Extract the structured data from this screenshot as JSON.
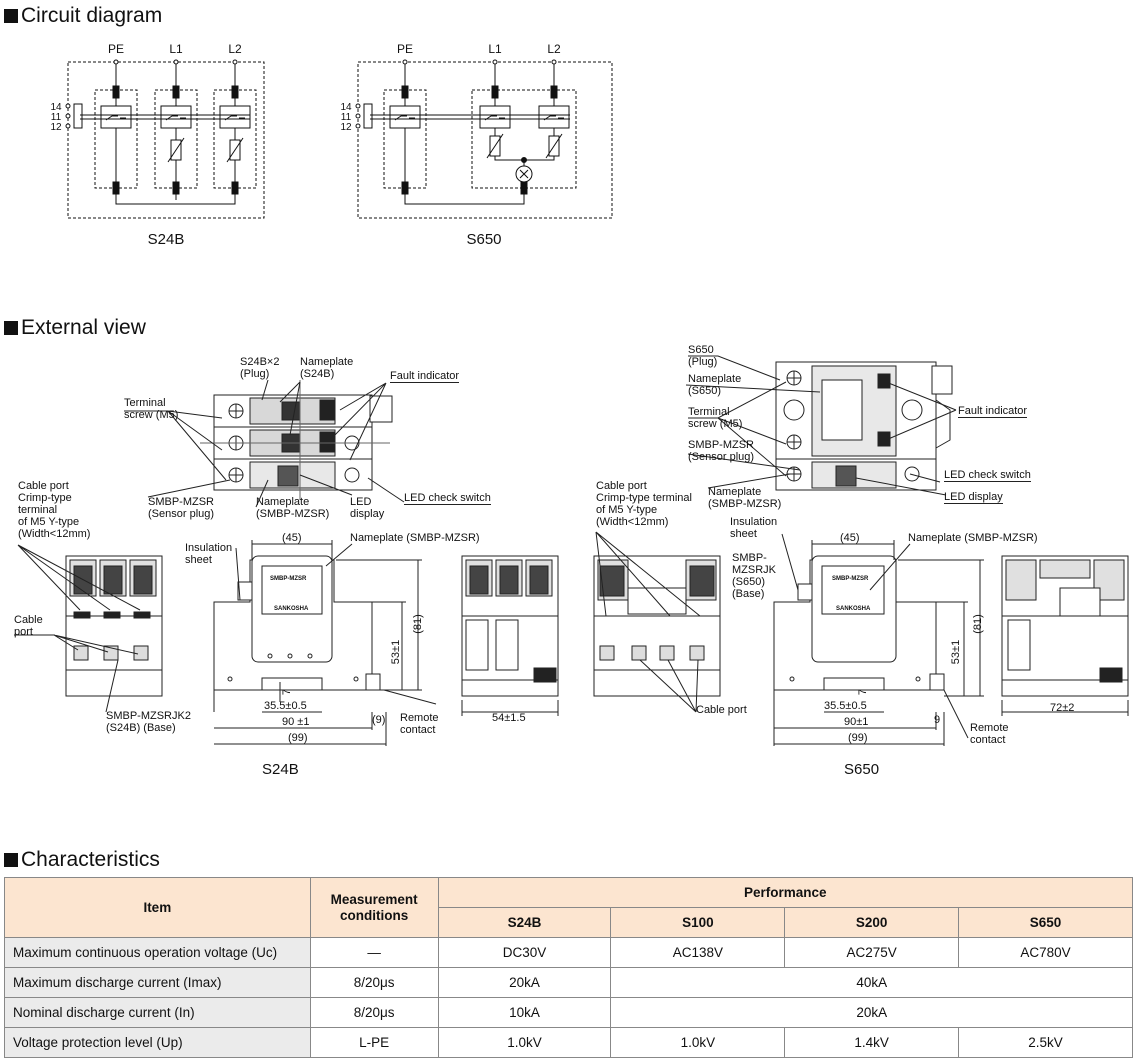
{
  "sections": {
    "circuit": "Circuit diagram",
    "external": "External view",
    "characteristics": "Characteristics"
  },
  "circuit": {
    "terminals": [
      "PE",
      "L1",
      "L2"
    ],
    "contact_pins": [
      "14",
      "11",
      "12"
    ],
    "captions": [
      "S24B",
      "S650"
    ]
  },
  "external": {
    "s24b": {
      "caption": "S24B",
      "plug": "S24B×2\n(Plug)",
      "nameplate_top": "Nameplate\n(S24B)",
      "fault_indicator": "Fault indicator",
      "terminal_screw": "Terminal\nscrew (M5)",
      "sensor_plug": "SMBP-MZSR\n(Sensor plug)",
      "nameplate_smbp": "Nameplate\n(SMBP-MZSR)",
      "led_display": "LED\ndisplay",
      "led_check": "LED check switch",
      "cable_port_crimp": "Cable port\nCrimp-type\nterminal\nof M5 Y-type\n(Width<12mm)",
      "cable_port": "Cable\nport",
      "insulation_sheet": "Insulation\nsheet",
      "nameplate_side": "Nameplate (SMBP-MZSR)",
      "base": "SMBP-MZSRJK2\n(S24B) (Base)",
      "remote_contact": "Remote\ncontact",
      "dims": {
        "d45": "(45)",
        "d81": "(81)",
        "d53": "53±1",
        "d7": "7",
        "d35": "35.5±0.5",
        "d90": "90 ±1",
        "d9": "(9)",
        "d99": "(99)",
        "d54": "54±1.5"
      },
      "logo_text": [
        "SMBP-MZSR",
        "SANKOSHA"
      ]
    },
    "s650": {
      "caption": "S650",
      "plug": "S650\n(Plug)",
      "nameplate_top": "Nameplate\n(S650)",
      "fault_indicator": "Fault indicator",
      "terminal_screw": "Terminal\nscrew (M5)",
      "sensor_plug": "SMBP-MZSR\n(Sensor plug)",
      "nameplate_smbp": "Nameplate\n(SMBP-MZSR)",
      "led_display": "LED display",
      "led_check": "LED check switch",
      "cable_port_crimp": "Cable port\nCrimp-type terminal\nof M5 Y-type\n(Width<12mm)",
      "cable_port": "Cable port",
      "insulation_sheet": "Insulation\nsheet",
      "nameplate_side": "Nameplate (SMBP-MZSR)",
      "base": "SMBP-\nMZSRJK\n(S650)\n(Base)",
      "remote_contact": "Remote\ncontact",
      "dims": {
        "d45": "(45)",
        "d81": "(81)",
        "d53": "53±1",
        "d7": "7",
        "d35": "35.5±0.5",
        "d90": "90±1",
        "d9": "9",
        "d99": "(99)",
        "d72": "72±2"
      },
      "logo_text": [
        "SMBP-MZSR",
        "SANKOSHA"
      ]
    }
  },
  "characteristics": {
    "header": {
      "item": "Item",
      "conditions": "Measurement\nconditions",
      "performance": "Performance",
      "models": [
        "S24B",
        "S100",
        "S200",
        "S650"
      ]
    },
    "rows": [
      {
        "item": "Maximum continuous operation voltage (Uc)",
        "cond": "—",
        "values": [
          "DC30V",
          "AC138V",
          "AC275V",
          "AC780V"
        ]
      },
      {
        "item": "Maximum discharge current (Imax)",
        "cond": "8/20μs",
        "values": [
          "20kA",
          "40kA"
        ]
      },
      {
        "item": "Nominal discharge current (In)",
        "cond": "8/20μs",
        "values": [
          "10kA",
          "20kA"
        ]
      },
      {
        "item": "Voltage protection level (Up)",
        "cond": "L-PE",
        "values": [
          "1.0kV",
          "1.0kV",
          "1.4kV",
          "2.5kV"
        ]
      }
    ]
  }
}
